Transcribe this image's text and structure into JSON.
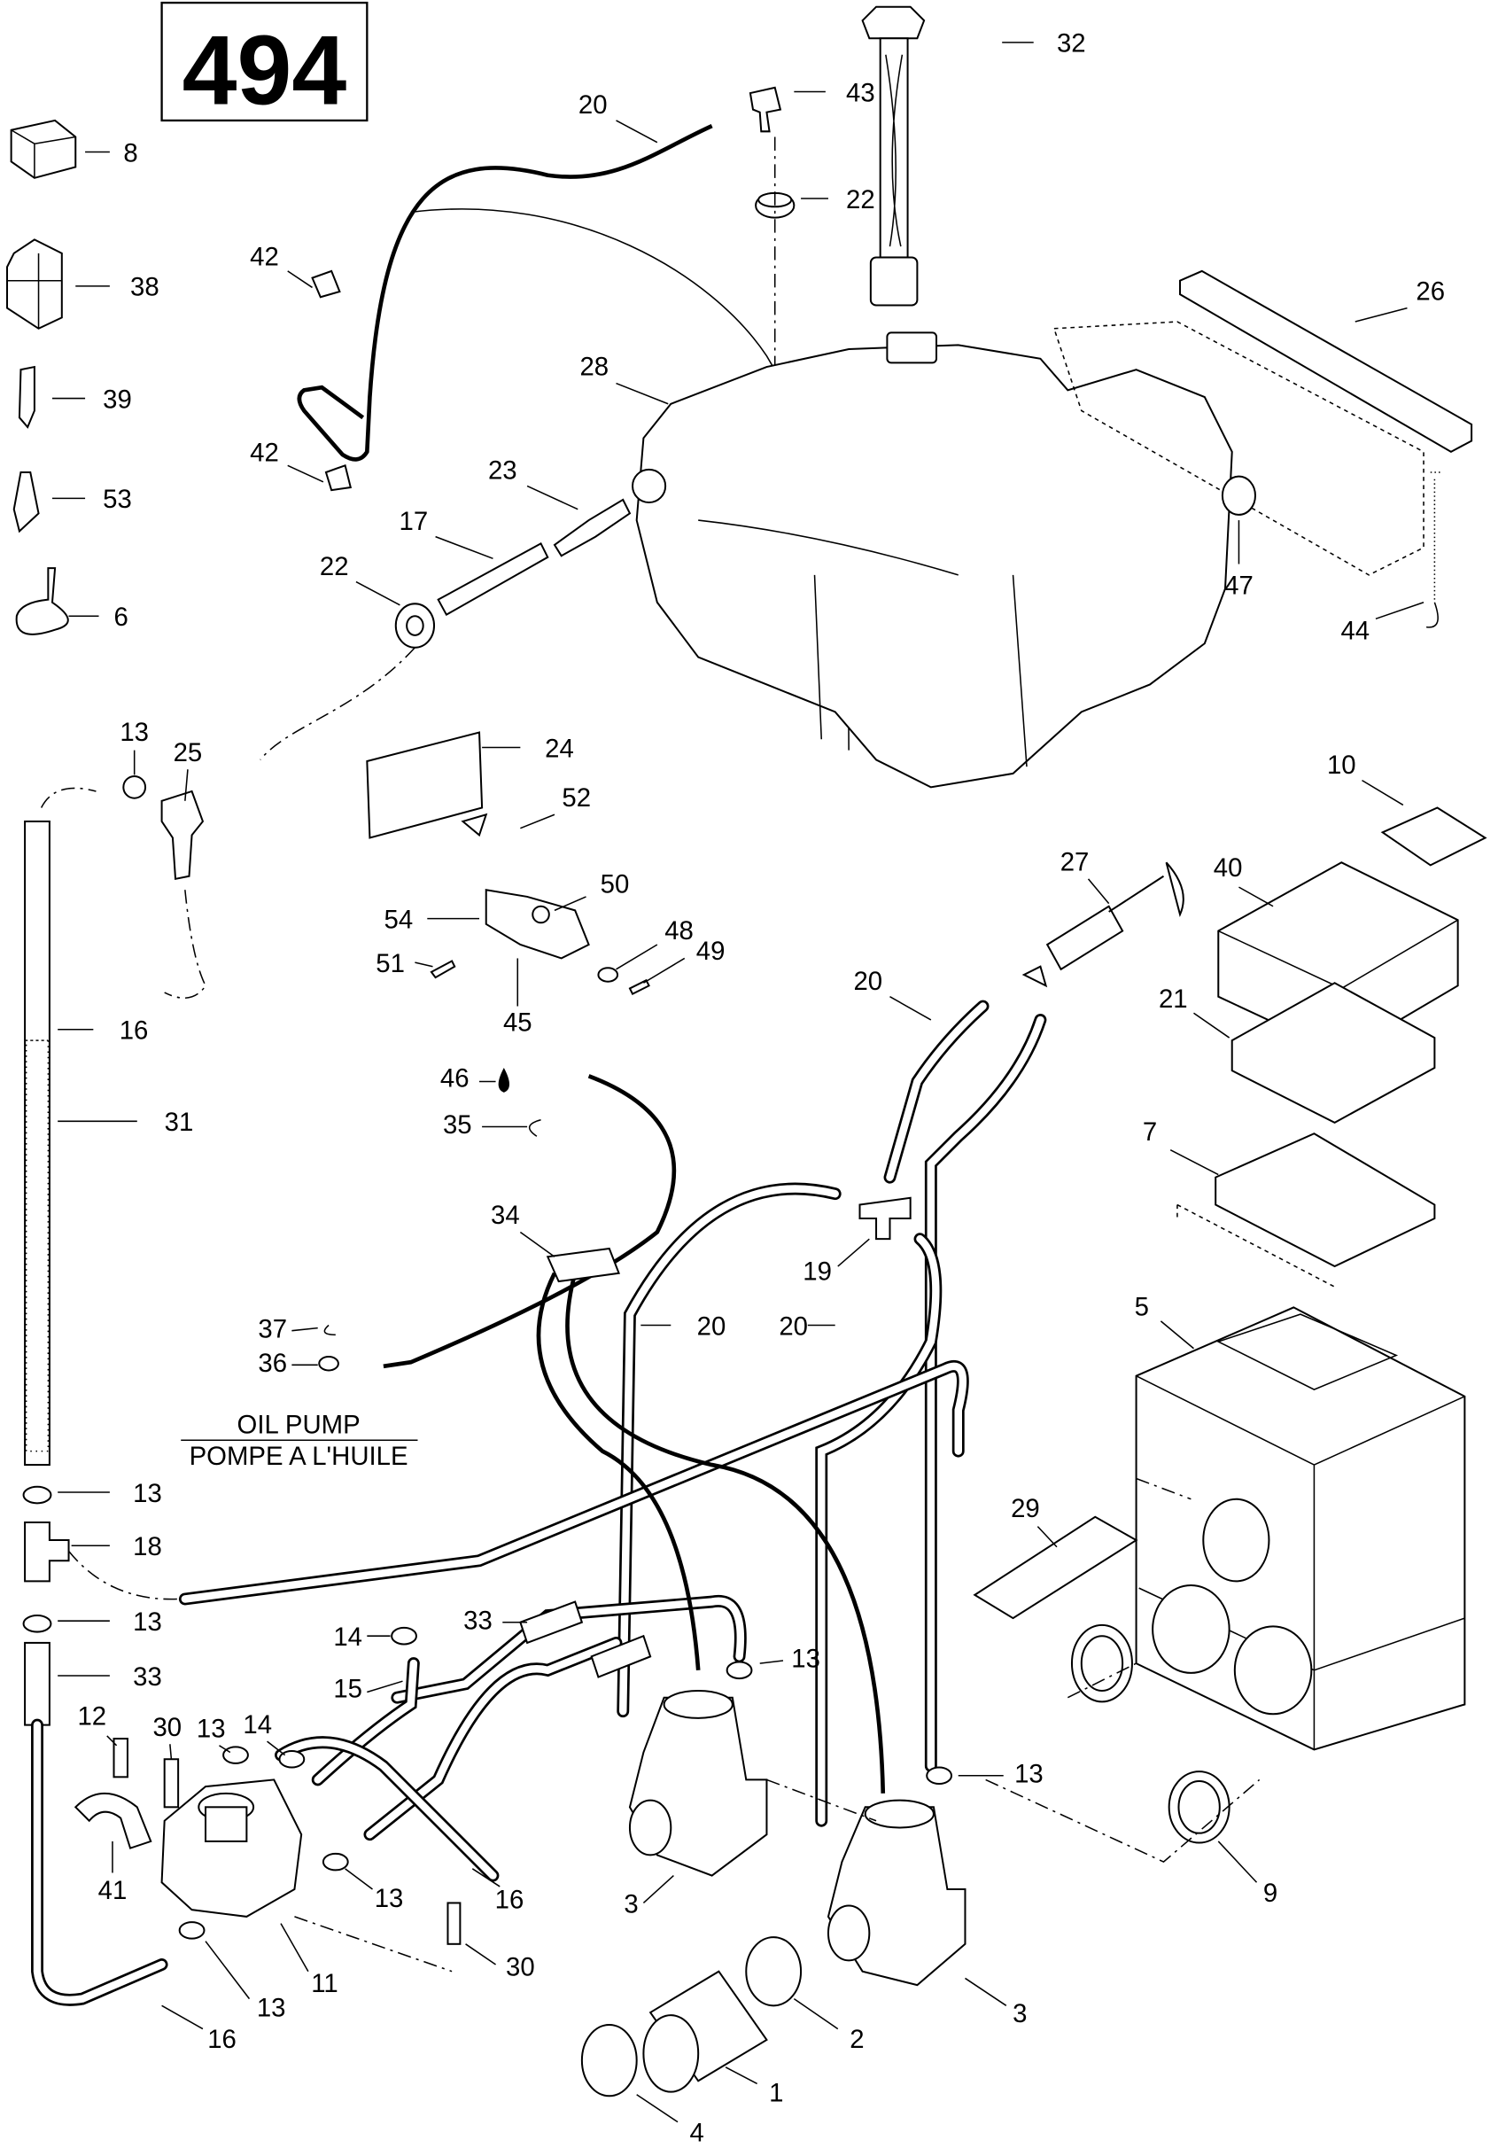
{
  "page_number": "494",
  "oil_pump_label": {
    "en": "OIL PUMP",
    "fr": "POMPE A L'HUILE"
  },
  "callouts": [
    "8",
    "38",
    "39",
    "53",
    "6",
    "20",
    "43",
    "32",
    "22",
    "42",
    "42",
    "28",
    "26",
    "23",
    "17",
    "22",
    "47",
    "44",
    "13",
    "25",
    "24",
    "10",
    "52",
    "27",
    "40",
    "50",
    "54",
    "48",
    "49",
    "51",
    "45",
    "20",
    "21",
    "16",
    "46",
    "35",
    "31",
    "7",
    "34",
    "19",
    "20",
    "20",
    "37",
    "36",
    "5",
    "13",
    "18",
    "29",
    "13",
    "14",
    "33",
    "13",
    "33",
    "15",
    "12",
    "30",
    "13",
    "14",
    "13",
    "41",
    "13",
    "16",
    "3",
    "9",
    "11",
    "30",
    "13",
    "3",
    "2",
    "16",
    "1",
    "4"
  ]
}
